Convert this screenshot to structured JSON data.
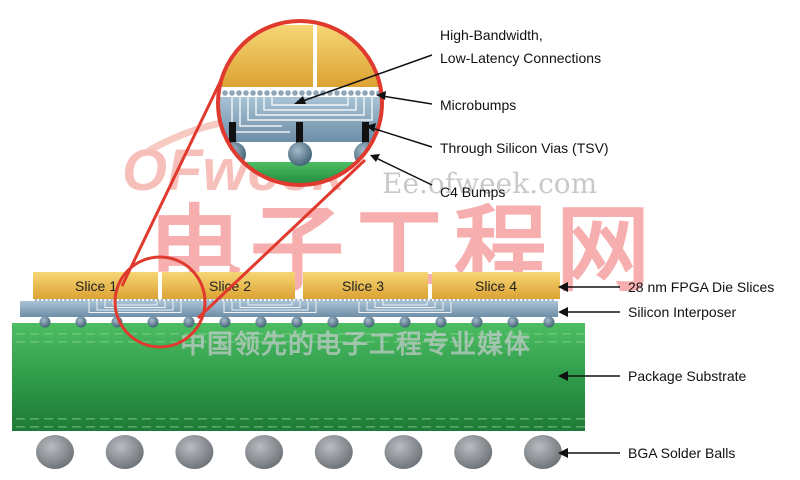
{
  "callouts": {
    "connections_line1": "High-Bandwidth,",
    "connections_line2": "Low-Latency Connections",
    "microbumps": "Microbumps",
    "tsv": "Through Silicon Vias (TSV)",
    "c4": "C4 Bumps",
    "die_slices": "28 nm FPGA Die Slices",
    "interposer": "Silicon Interposer",
    "substrate": "Package Substrate",
    "bga": "BGA Solder Balls"
  },
  "slices": [
    "Slice 1",
    "Slice 2",
    "Slice 3",
    "Slice 4"
  ],
  "watermark": {
    "brand": "OFweek",
    "url": "Ee.ofweek.com",
    "cn_large": "电子工程网",
    "cn_small": "中国领先的电子工程专业媒体"
  },
  "colors": {
    "die": "#e8b43e",
    "die_top": "#f3cf6a",
    "interposer": "#7f9fb8",
    "substrate": "#2f9c4a",
    "bump": "#5f7f93",
    "ball": "#868b90",
    "callout_red": "#e03a2f",
    "wire": "#e9eef3"
  }
}
